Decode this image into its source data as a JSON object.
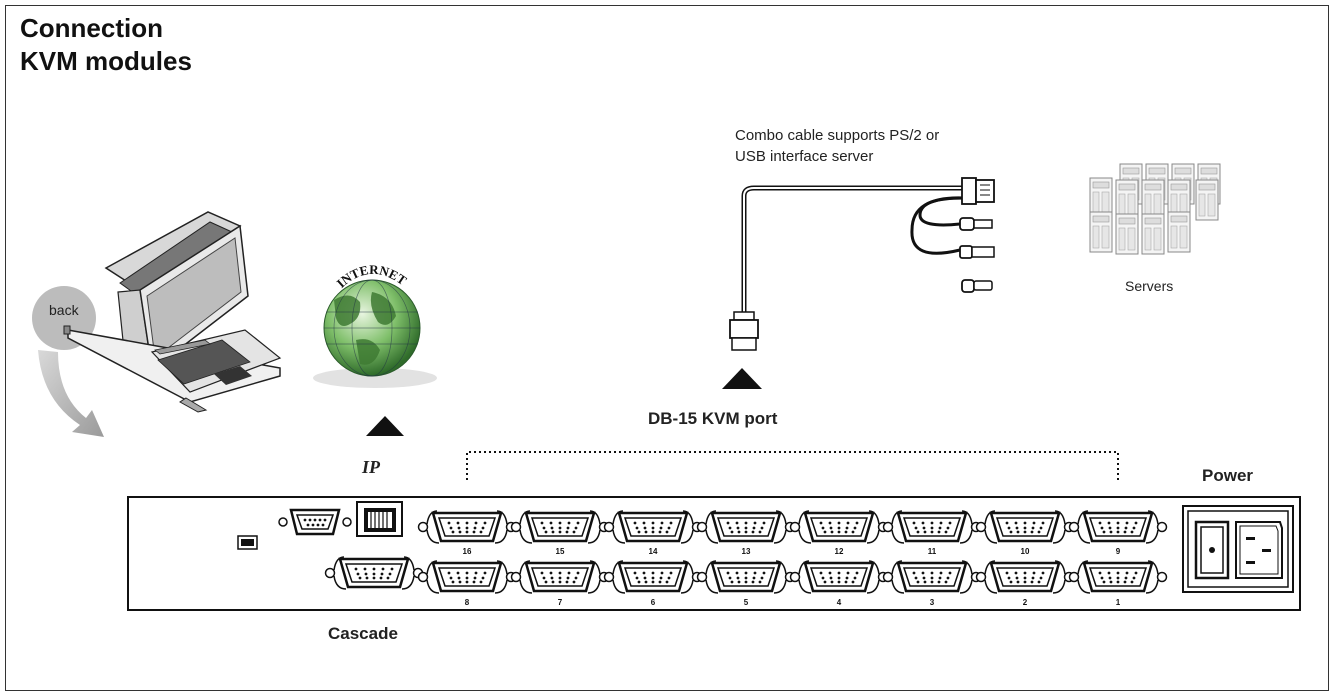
{
  "header": {
    "title_line1": "Connection",
    "title_line2": "KVM modules"
  },
  "labels": {
    "back": "back",
    "combo_line1": "Combo cable supports PS/2 or",
    "combo_line2": "USB interface server",
    "servers": "Servers",
    "db15": "DB-15 KVM port",
    "ip": "IP",
    "power": "Power",
    "cascade": "Cascade",
    "internet": "INTERNET"
  },
  "ports": {
    "top_row": [
      "16",
      "15",
      "14",
      "13",
      "12",
      "11",
      "10",
      "9"
    ],
    "bottom_row": [
      "8",
      "7",
      "6",
      "5",
      "4",
      "3",
      "2",
      "1"
    ]
  },
  "icons": [
    "lcd-kvm-console-icon",
    "curved-arrow-icon",
    "globe-icon",
    "combo-cable-icon",
    "servers-icon",
    "power-socket-icon",
    "power-switch-icon",
    "rj45-port-icon",
    "db9-port-icon",
    "db15-port-icon",
    "triangle-pointer-icon"
  ]
}
